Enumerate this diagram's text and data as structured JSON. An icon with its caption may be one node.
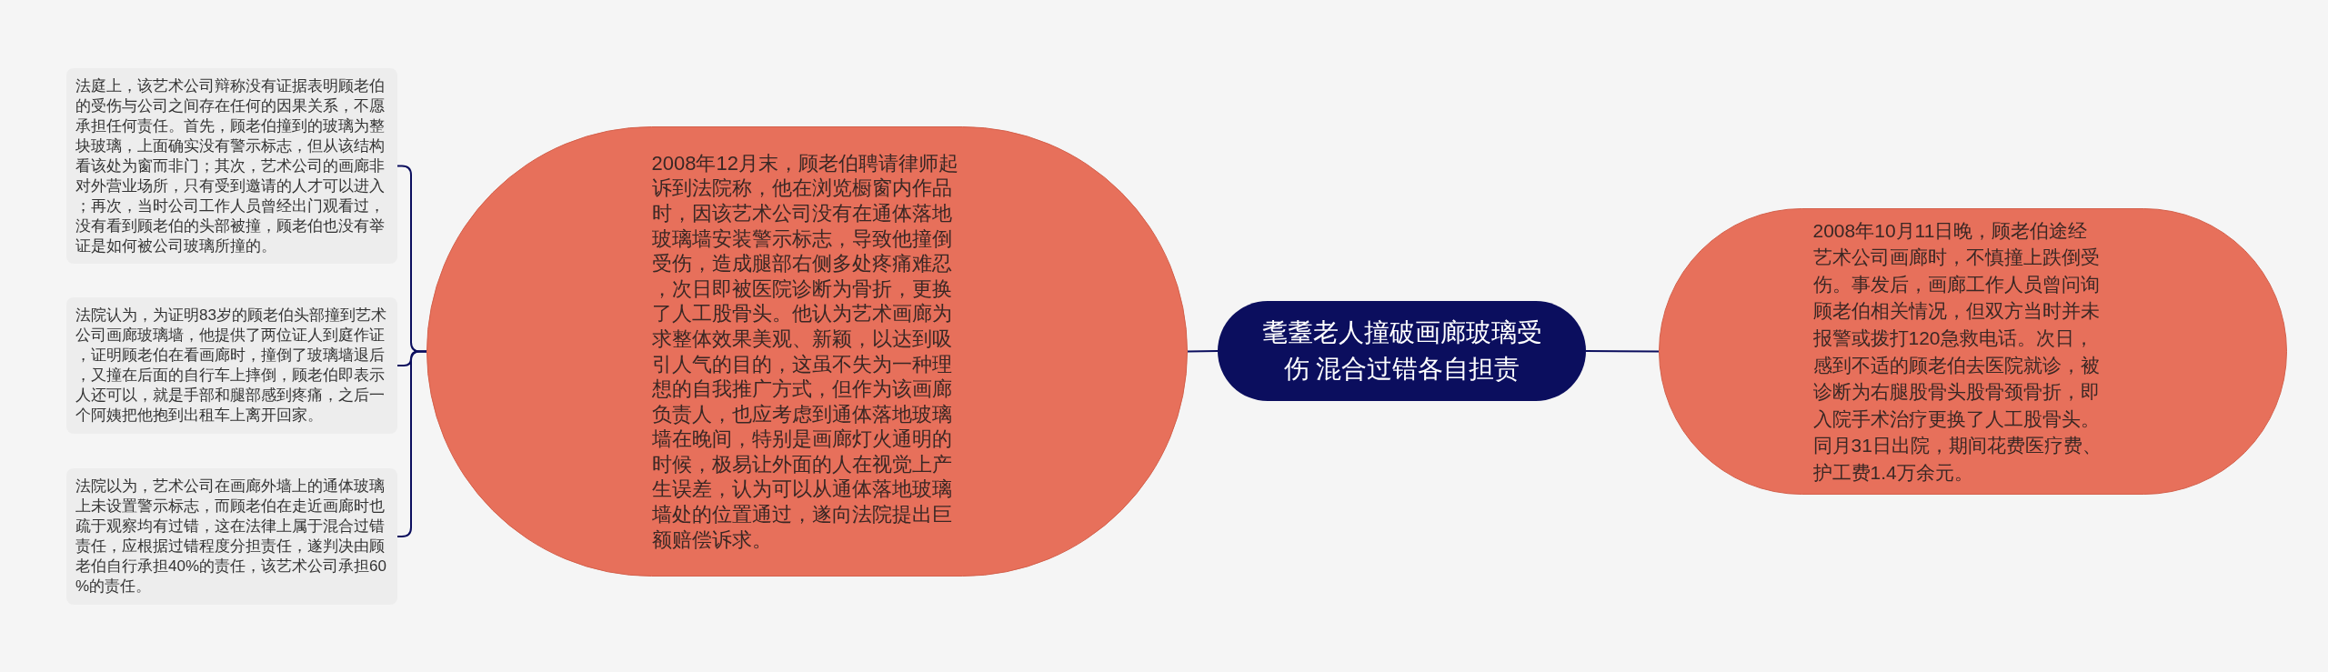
{
  "diagram": {
    "nodes": [
      {
        "text": [
          "耄耋老人撞破画廊玻璃受伤 混合过错各自担责"
        ]
      },
      {
        "text": [
          "2008年12月末，顾老伯聘请律师起诉到法院称，他在浏览橱窗内作品时，因该艺术公司没有在通体落地玻璃墙安装警示标志，导致他撞倒受伤，造成腿部右侧多处疼痛难忍，次日即被医院诊断为骨折，更换了人工股骨头。他认为艺术画廊为求整体效果美观、新颖，以达到吸引人气的目的，这虽不失为一种理想的自我推广方式，但作为该画廊负责人，也应考虑到通体落地玻璃墙在晚间，特别是画廊灯火通明的时候，极易让外面的人在视觉上产生误差，认为可以从通体落地玻璃墙处的位置通过，遂向法院提出巨额赔偿诉求。"
        ]
      },
      {
        "text": [
          "法庭上，该艺术公司辩称没有证据表明顾老伯的受伤与公司之间存在任何的因果关系，不愿承担任何责任。首先，顾老伯撞到的玻璃为整块玻璃，上面确实没有警示标志，但从该结构看该处为窗而非门；其次，艺术公司的画廊非对外营业场所，只有受到邀请的人才可以进入；再次，当时公司工作人员曾经出门观看过，没有看到顾老伯的头部被撞，顾老伯也没有举证是如何被公司玻璃所撞的。"
        ]
      },
      {
        "text": [
          "法院认为，为证明83岁的顾老伯头部撞到艺术公司画廊玻璃墙，他提供了两位证人到庭作证，证明顾老伯在看画廊时，撞倒了玻璃墙退后，又撞在后面的自行车上摔倒，顾老伯即表示人还可以，就是手部和腿部感到疼痛，之后一个阿姨把他抱到出租车上离开回家。"
        ]
      },
      {
        "text": [
          "法院以为，艺术公司在画廊外墙上的通体玻璃上未设置警示标志，而顾老伯在走近画廊时也疏于观察均有过错，这在法律上属于混合过错责任，应根据过错程度分担责任，遂判决由顾老伯自行承担40%的责任，该艺术公司承担60%的责任。"
        ]
      },
      {
        "text": [
          "2008年10月11日晚，顾老伯途经艺术公司画廊时，不慎撞上跌倒受伤。事发后，画廊工作人员曾问询顾老伯相关情况，但双方当时并未报警或拨打120急救电话。次日，感到不适的顾老伯去医院就诊，被诊断为右腿股骨头股骨颈骨折，即入院手术治疗更换了人工股骨头。同月31日出院，期间花费医疗费、护工费1.4万余元。"
        ]
      }
    ],
    "edges": [
      {
        "from": 0,
        "to": 1,
        "arrow": "none"
      },
      {
        "from": 0,
        "to": 5,
        "arrow": "none"
      },
      {
        "from": 1,
        "to": 2,
        "arrow": "none"
      },
      {
        "from": 1,
        "to": 3,
        "arrow": "none"
      },
      {
        "from": 1,
        "to": 4,
        "arrow": "none"
      }
    ]
  }
}
